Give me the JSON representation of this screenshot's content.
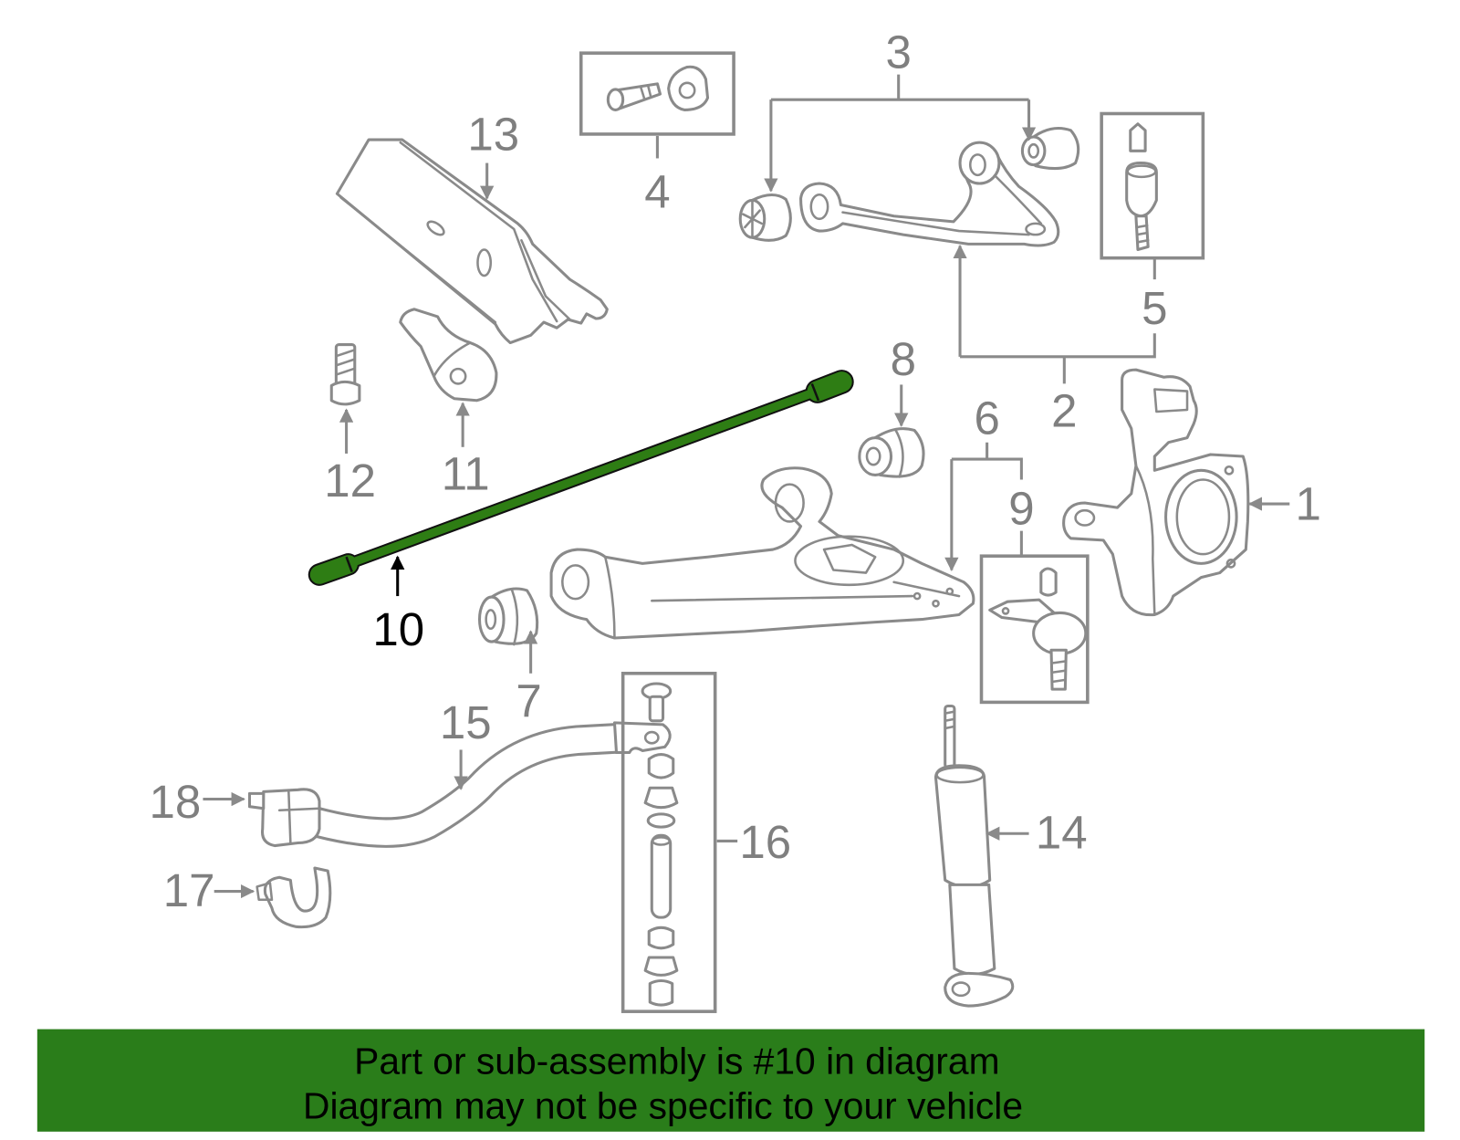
{
  "diagram": {
    "callouts": {
      "c1": "1",
      "c2": "2",
      "c3": "3",
      "c4": "4",
      "c5": "5",
      "c6": "6",
      "c7": "7",
      "c8": "8",
      "c9": "9",
      "c10": "10",
      "c11": "11",
      "c12": "12",
      "c13": "13",
      "c14": "14",
      "c15": "15",
      "c16": "16",
      "c17": "17",
      "c18": "18"
    },
    "highlight_color": "#2e7d14",
    "line_color": "#8a8a8a",
    "label_color": "#7f7f7f"
  },
  "banner": {
    "line1": "Part or sub-assembly is #10 in diagram",
    "line2": "Diagram may not be specific to your vehicle",
    "background": "#2a7d1a"
  }
}
